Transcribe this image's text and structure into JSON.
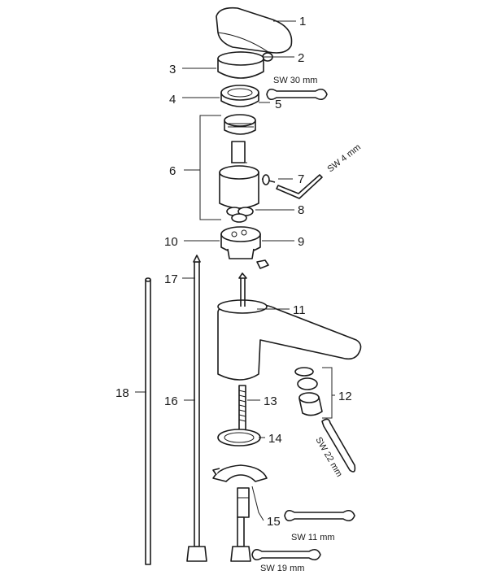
{
  "callouts": [
    "1",
    "2",
    "3",
    "4",
    "5",
    "6",
    "7",
    "8",
    "9",
    "10",
    "11",
    "12",
    "13",
    "14",
    "15",
    "16",
    "17",
    "18"
  ],
  "tools": {
    "sw30": "SW 30 mm",
    "sw4": "SW 4 mm",
    "sw22": "SW 22 mm",
    "sw11": "SW 11 mm",
    "sw19": "SW 19 mm"
  }
}
